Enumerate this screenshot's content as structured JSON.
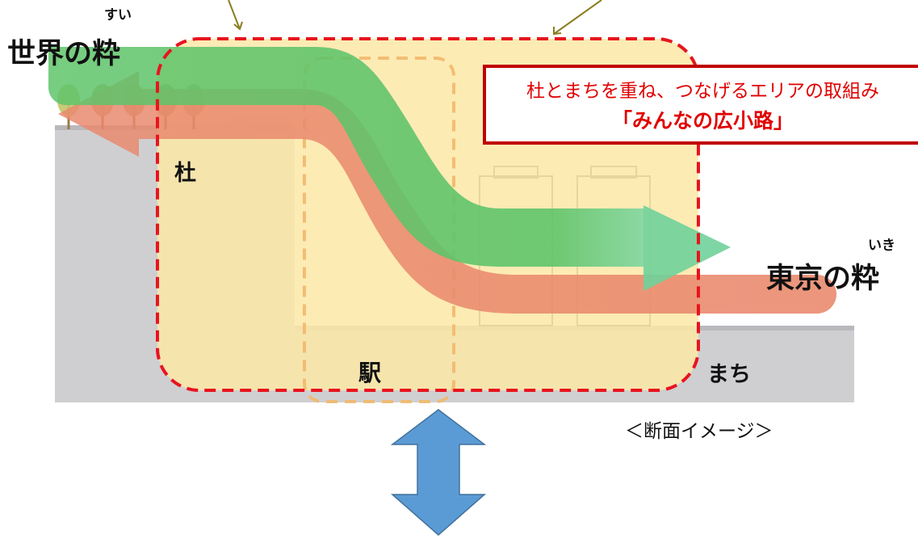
{
  "labels": {
    "world_ruby": "すい",
    "world": "世界の粋",
    "tokyo_ruby": "いき",
    "tokyo": "東京の粋",
    "mori": "杜",
    "station": "駅",
    "machi": "まち"
  },
  "callout": {
    "line1": "杜とまちを重ね、つなげるエリアの取組み",
    "line2": "「みんなの広小路」"
  },
  "caption": "＜断面イメージ＞",
  "colors": {
    "green_flow": "#5fc46a",
    "red_flow": "#e98a6e",
    "area_fill": "#fde7a7",
    "dashed_border": "#e8141e",
    "station_dash": "#f2b86b",
    "ground": "#c9c9c9",
    "up_ground": "#cfcfd2",
    "double_arrow": "#5b9bd5",
    "leader_line": "#8a7d1f",
    "callout_border": "#c00000",
    "callout_text": "#e00000"
  },
  "icons": {
    "trees": "tree-icon",
    "buildings": "building-outline",
    "double_arrow": "vertical-double-arrow-icon"
  }
}
